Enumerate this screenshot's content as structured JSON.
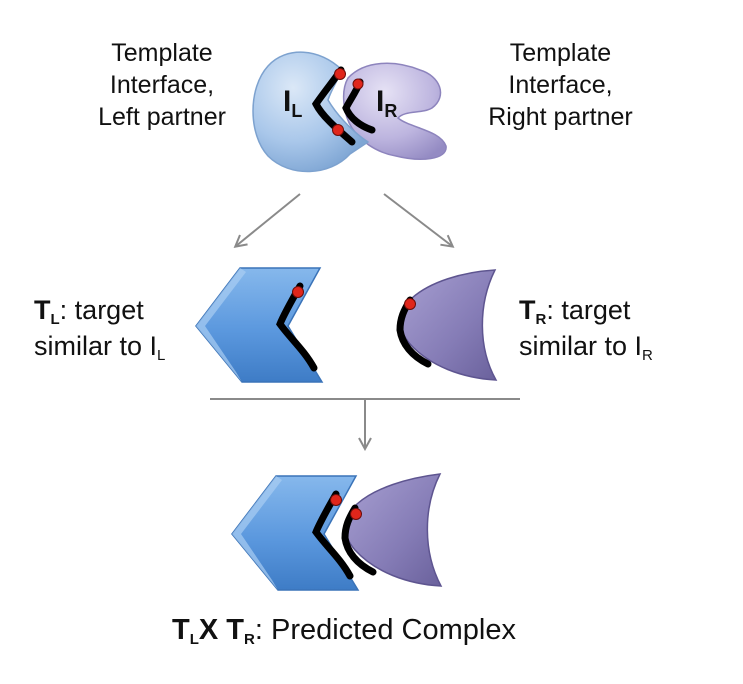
{
  "template_left_label": [
    "Template",
    "Interface,",
    "Left partner"
  ],
  "template_right_label": [
    "Template",
    "Interface,",
    "Right partner"
  ],
  "icon_left_main": "I",
  "icon_left_sub": "L",
  "icon_right_main": "I",
  "icon_right_sub": "R",
  "target_left": {
    "main": "T",
    "sub": "L",
    "rest": ": target",
    "line2": "similar to I",
    "line2_sub": "L"
  },
  "target_right": {
    "main": "T",
    "sub": "R",
    "rest": ": target",
    "line2": "similar to I",
    "line2_sub": "R"
  },
  "caption": {
    "t1": "T",
    "s1": "L",
    "x": "X ",
    "t2": "T",
    "s2": "R",
    "rest": ": Predicted Complex"
  },
  "colors": {
    "left_partner": "#a9c7ea",
    "right_partner": "#b9b2dc",
    "target_left": "#5d9be0",
    "target_right": "#8c84bb",
    "interface_line": "#000000",
    "residue_dot": "#e0261b",
    "arrow": "#8a8a8a"
  }
}
